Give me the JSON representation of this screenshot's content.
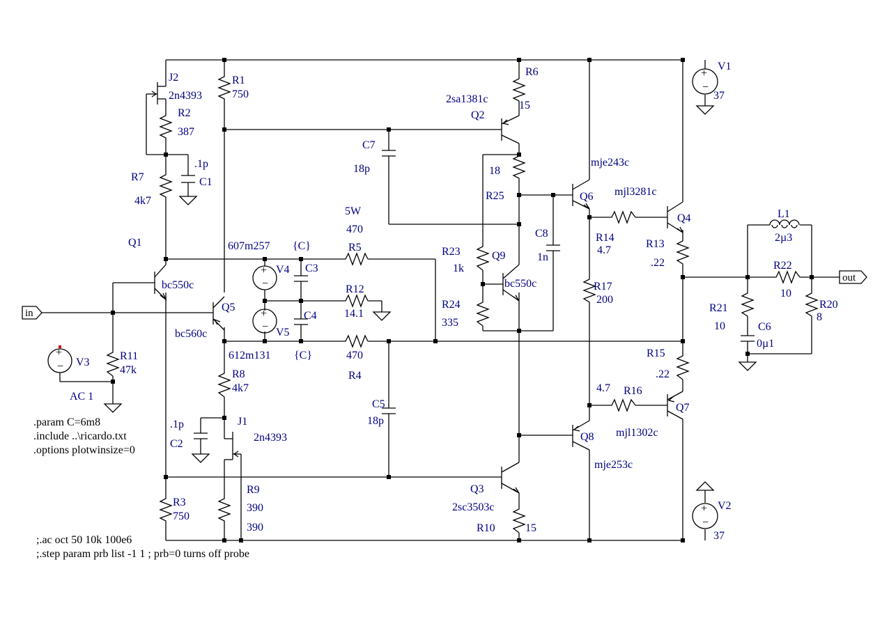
{
  "labels": {
    "J2": "J2",
    "J2_val": "2n4393",
    "R1": "R1",
    "R1_val": "750",
    "R6": "R6",
    "R6_val": "15",
    "V1": "V1",
    "V1_val": "37",
    "R2": "R2",
    "R2_val": "387",
    "Q2": "Q2",
    "Q2_val": "2sa1381c",
    "C7": "C7",
    "C7_val": "18p",
    "C1": "C1",
    "C1_val": ".1p",
    "R7": "R7",
    "R7_val": "4k7",
    "R25": "R25",
    "R25_val": "18",
    "Q6": "Q6",
    "Q6_val": "mje243c",
    "Q4": "Q4",
    "Q4_val": "mjl3281c",
    "L1": "L1",
    "L1_val": "2µ3",
    "R5": "R5",
    "R5_val": "470",
    "R5_pwr": "5W",
    "Q1": "Q1",
    "Q1_val": "bc550c",
    "V4": "V4",
    "V4_val": "607m257",
    "C3": "C3",
    "C3_val": "{C}",
    "R23": "R23",
    "R23_val": "1k",
    "Q9": "Q9",
    "Q9_val": "bc550c",
    "C8": "C8",
    "C8_val": "1n",
    "R14": "R14",
    "R14_val": "4.7",
    "R13": "R13",
    "R13_val": ".22",
    "R22": "R22",
    "R22_val": "10",
    "in": "in",
    "out": "out",
    "R12": "R12",
    "R12_val": "14.1",
    "R17": "R17",
    "R17_val": "200",
    "R21": "R21",
    "R21_val": "10",
    "R20": "R20",
    "R20_val": "8",
    "Q5": "Q5",
    "Q5_val": "bc560c",
    "C4": "C4",
    "C4_val": "{C}",
    "R24": "R24",
    "R24_val": "335",
    "V5": "V5",
    "V5_val": "612m131",
    "C6": "C6",
    "C6_val": "0µ1",
    "V3": "V3",
    "V3_val": "AC 1",
    "R11": "R11",
    "R11_val": "47k",
    "R4": "R4",
    "R4_val": "470",
    "R15": "R15",
    "R15_val": ".22",
    "R8": "R8",
    "R8_val": "4k7",
    "C5": "C5",
    "C5_val": "18p",
    "R16": "R16",
    "R16_val": "4.7",
    "Q7": "Q7",
    "Q7_val": "mjl1302c",
    "J1": "J1",
    "J1_val": "2n4393",
    "C2": "C2",
    "C2_val": ".1p",
    "Q8": "Q8",
    "Q8_val": "mje253c",
    "R9": "R9",
    "R9_val": "390",
    "R9_val2": "390",
    "Q3": "Q3",
    "Q3_val": "2sc3503c",
    "R3": "R3",
    "R3_val": "750",
    "R10": "R10",
    "R10_val": "15",
    "V2": "V2",
    "V2_val": "37"
  },
  "directives": {
    "param": ".param C=6m8",
    "include": ".include ..\\ricardo.txt",
    "options": ".options plotwinsize=0",
    "ac": ";.ac oct 50 10k 100e6",
    "step": ";.step param prb list -1 1 ; prb=0 turns off probe"
  }
}
